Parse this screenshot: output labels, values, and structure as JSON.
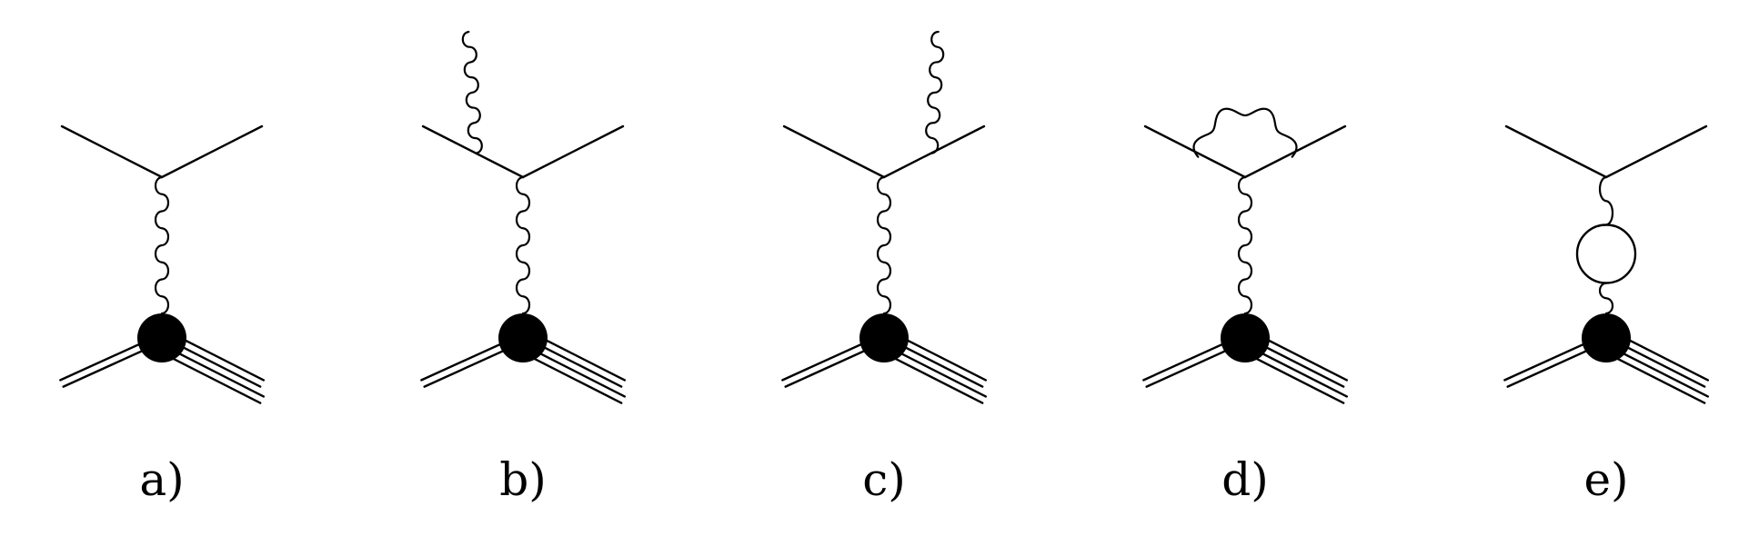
{
  "figure": {
    "panels": [
      {
        "label": "a)",
        "variant": "tree"
      },
      {
        "label": "b)",
        "variant": "emission-incoming"
      },
      {
        "label": "c)",
        "variant": "emission-outgoing"
      },
      {
        "label": "d)",
        "variant": "vertex-correction"
      },
      {
        "label": "e)",
        "variant": "vacuum-polarization"
      }
    ],
    "ink_color": "#000000",
    "background_color": "#ffffff"
  }
}
